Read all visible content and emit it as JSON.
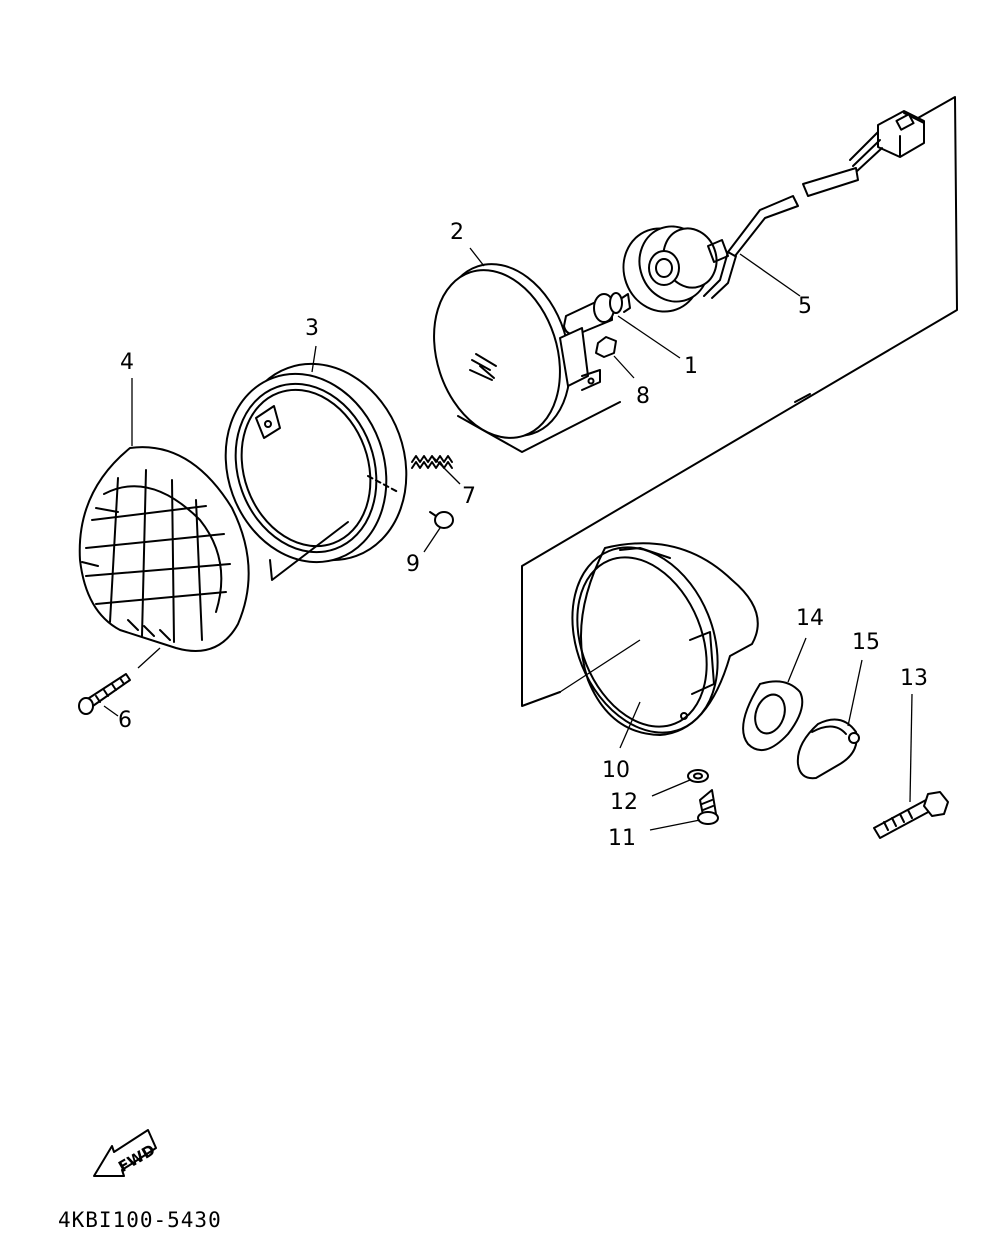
{
  "diagram": {
    "callouts": {
      "c1": "1",
      "c2": "2",
      "c3": "3",
      "c4": "4",
      "c5": "5",
      "c6": "6",
      "c7": "7",
      "c8": "8",
      "c9": "9",
      "c10": "10",
      "c11": "11",
      "c12": "12",
      "c13": "13",
      "c14": "14",
      "c15": "15"
    },
    "fwd_label": "FWD",
    "drawing_code": "4KBI100-5430"
  }
}
